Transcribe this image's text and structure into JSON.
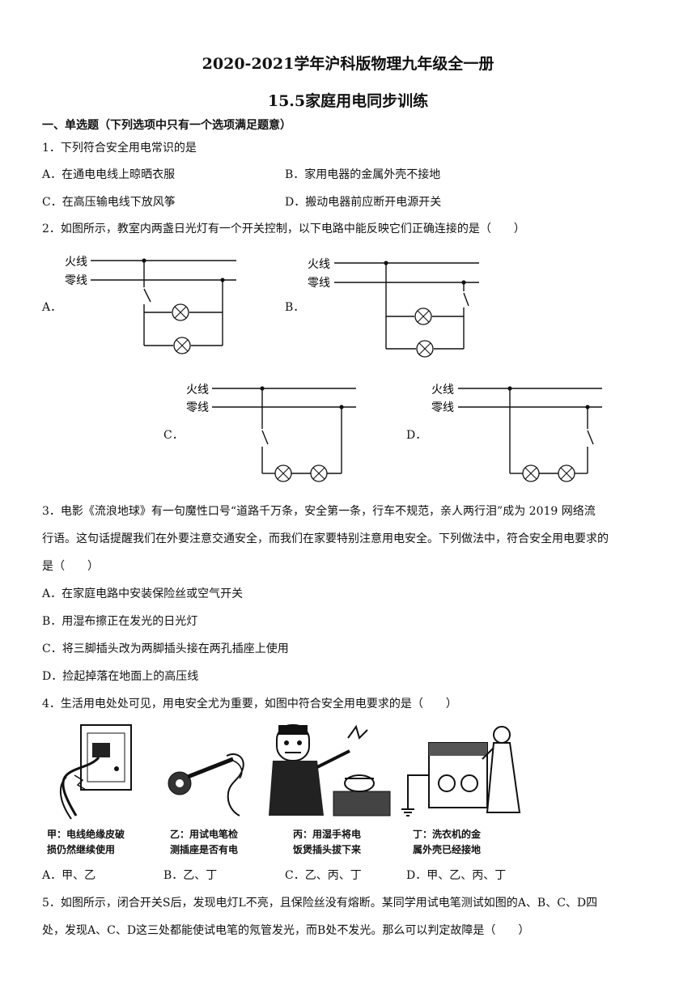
{
  "header": {
    "title": "2020-2021学年沪科版物理九年级全一册",
    "subtitle": "15.5家庭用电同步训练"
  },
  "section1": {
    "heading": "一、单选题（下列选项中只有一个选项满足题意）"
  },
  "q1": {
    "stem": "1．下列符合安全用电常识的是",
    "options": [
      "A．在通电电线上晾晒衣服",
      "B．家用电器的金属外壳不接地",
      "C．在高压输电线下放风筝",
      "D．搬动电器前应断开电源开关"
    ]
  },
  "q2": {
    "stem": "2．如图所示，教室内两盏日光灯有一个开关控制，以下电路中能反映它们正确连接的是（　　）",
    "live_label": "火线",
    "neutral_label": "零线",
    "labels": [
      "A．",
      "B．",
      "C．",
      "D．"
    ]
  },
  "q3": {
    "line1": "3．电影《流浪地球》有一句魔性口号“道路千万条，安全第一条，行车不规范，亲人两行泪”成为 2019 网络流",
    "line2": "行语。这句话提醒我们在外要注意交通安全，而我们在家要特别注意用电安全。下列做法中，符合安全用电要求的",
    "line3": "是（　　）",
    "options": [
      "A．在家庭电路中安装保险丝或空气开关",
      "B．用湿布擦正在发光的日光灯",
      "C．将三脚插头改为两脚插头接在两孔插座上使用",
      "D．捡起掉落在地面上的高压线"
    ]
  },
  "q4": {
    "stem": "4．生活用电处处可见，用电安全尤为重要，如图中符合安全用电要求的是（　　）",
    "captions": [
      [
        "甲：电线绝缘皮破",
        "损仍然继续使用"
      ],
      [
        "乙：用试电笔检",
        "测插座是否有电"
      ],
      [
        "丙：用湿手将电",
        "饭煲插头拔下来"
      ],
      [
        "丁：洗衣机的金",
        "属外壳已经接地"
      ]
    ],
    "options": [
      "A．甲、乙",
      "B．乙、丁",
      "C．乙、丙、丁",
      "D．甲、乙、丙、丁"
    ]
  },
  "q5": {
    "line1": "5．如图所示，闭合开关S后，发现电灯L不亮，且保险丝没有熔断。某同学用试电笔测试如图的A、B、C、D四",
    "line2": "处，发现A、C、D这三处都能使试电笔的氖管发光，而B处不发光。那么可以判定故障是（　　）"
  }
}
